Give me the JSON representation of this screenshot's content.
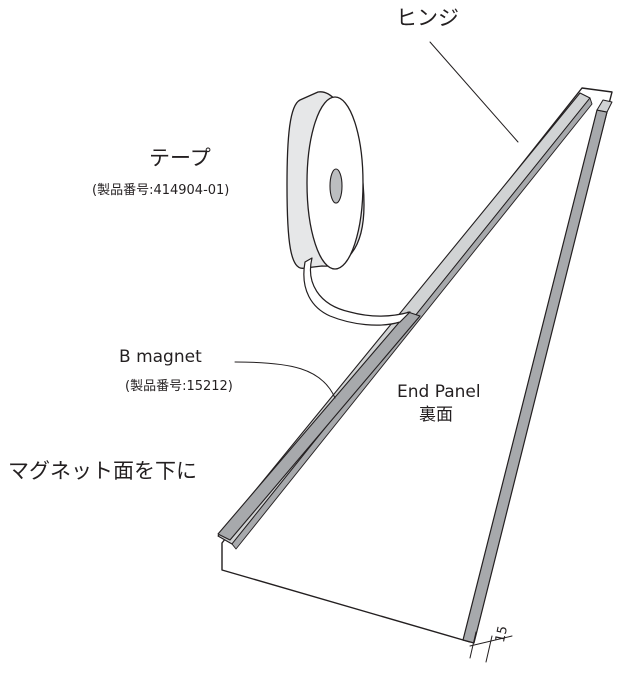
{
  "labels": {
    "hinge": "ヒンジ",
    "tape": "テープ",
    "tape_part": "(製品番号:414904-01)",
    "magnet": "B magnet",
    "magnet_part": "(製品番号:15212)",
    "panel": "End Panel",
    "panel_back": "裏面",
    "face_down": "マグネット面を下に",
    "dimension": "15"
  },
  "colors": {
    "line": "#231f20",
    "strip_gray": "#a7a9ac",
    "strip_light": "#d1d3d4",
    "tape_shade": "#e6e7e8",
    "tape_hole": "#bcbec0"
  }
}
